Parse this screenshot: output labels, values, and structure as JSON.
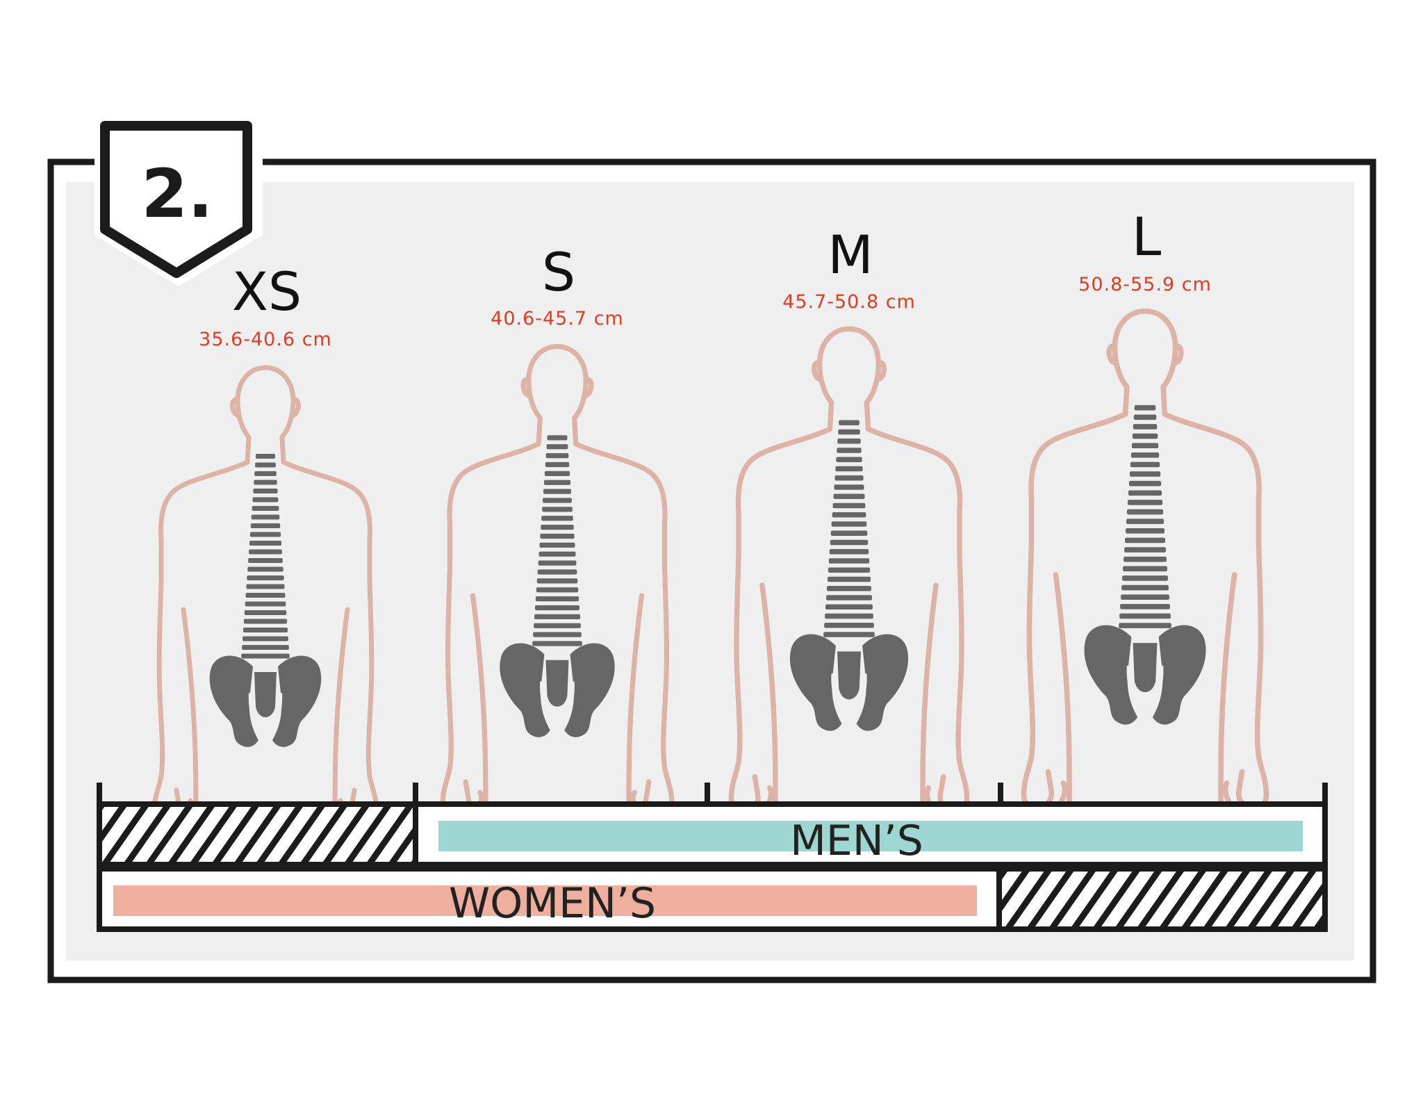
{
  "badge": {
    "label": "2."
  },
  "sizes": [
    {
      "label": "XS",
      "range": "35.6-40.6 cm"
    },
    {
      "label": "S",
      "range": "40.6-45.7 cm"
    },
    {
      "label": "M",
      "range": "45.7-50.8 cm"
    },
    {
      "label": "L",
      "range": "50.8-55.9 cm"
    }
  ],
  "fit_bars": {
    "mens": {
      "label": "MEN’S",
      "color": "#9ed7d2"
    },
    "womens": {
      "label": "WOMEN’S",
      "color": "#eeaf9e"
    }
  },
  "colors": {
    "body_outline": "#dcb3a6",
    "bone": "#666666",
    "panel_bg": "#efefef",
    "range_text": "#e63a1e",
    "frame": "#1b1b1b"
  },
  "icons": [
    "torso-outline-icon",
    "spine-icon",
    "pelvis-icon",
    "hatch-pattern"
  ]
}
